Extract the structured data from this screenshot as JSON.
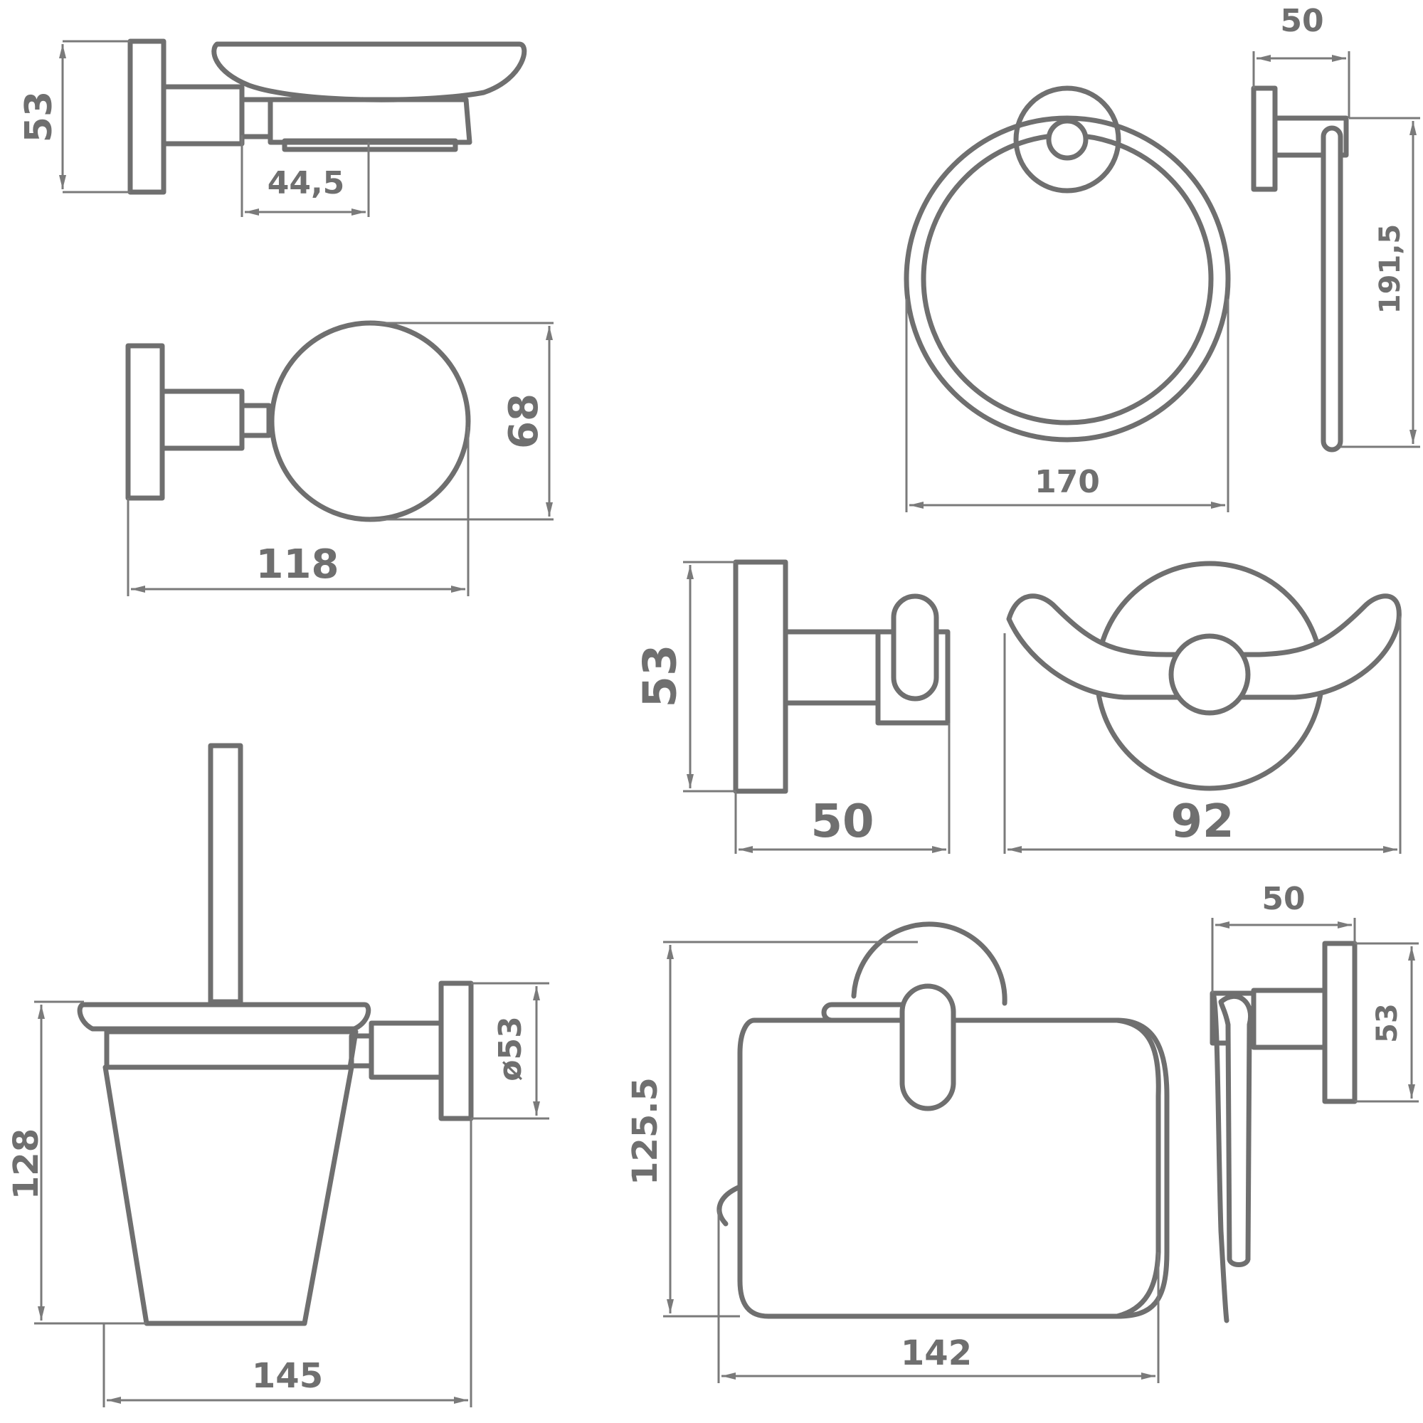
{
  "dimensions": {
    "soap_dish": {
      "height": "53",
      "depth": "44,5"
    },
    "glass_holder": {
      "height": "68",
      "width": "118"
    },
    "towel_ring": {
      "width": "170",
      "side_width": "50",
      "side_height": "191,5"
    },
    "single_hook": {
      "height": "53",
      "depth": "50"
    },
    "double_hook": {
      "width": "92"
    },
    "toilet_brush": {
      "height": "128",
      "width": "145",
      "flange": "ø53"
    },
    "paper_holder": {
      "height": "125.5",
      "width": "142",
      "side_depth": "50",
      "side_height": "53"
    }
  },
  "colors": {
    "line": "#6f6f6f",
    "background": "#ffffff"
  }
}
